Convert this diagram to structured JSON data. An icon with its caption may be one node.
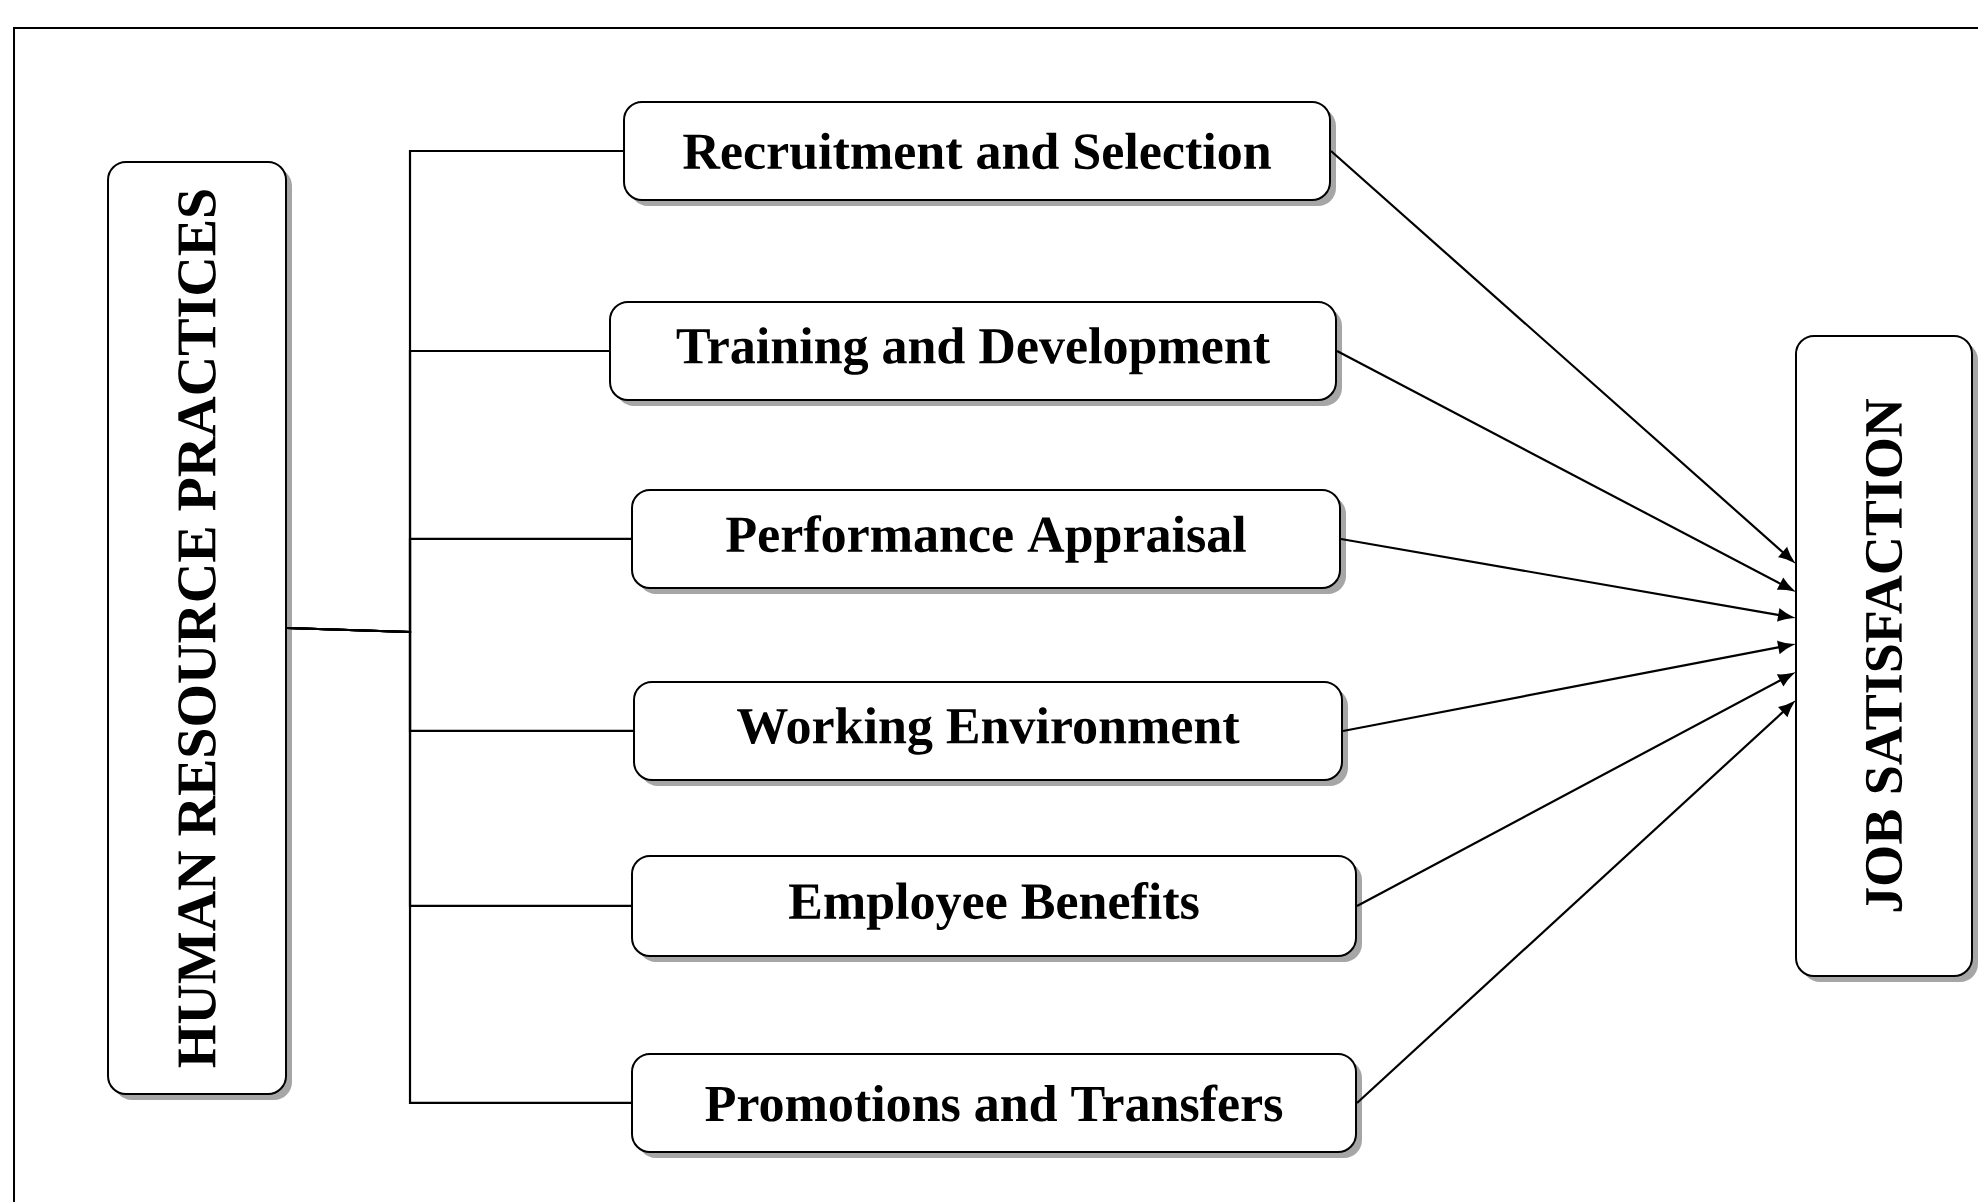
{
  "diagram": {
    "nodes": [
      {
        "text": [
          "HUMAN  RESOURCE  PRACTICES"
        ]
      },
      {
        "text": [
          "Recruitment and Selection"
        ]
      },
      {
        "text": [
          "Training and Development"
        ]
      },
      {
        "text": [
          "Performance Appraisal"
        ]
      },
      {
        "text": [
          "Working Environment"
        ]
      },
      {
        "text": [
          "Employee Benefits"
        ]
      },
      {
        "text": [
          "Promotions and Transfers"
        ]
      },
      {
        "text": [
          "JOB SATISFACTION"
        ]
      }
    ],
    "edges": [
      {
        "from": 0,
        "to": 1,
        "arrow": "none"
      },
      {
        "from": 0,
        "to": 2,
        "arrow": "none"
      },
      {
        "from": 0,
        "to": 3,
        "arrow": "none"
      },
      {
        "from": 0,
        "to": 4,
        "arrow": "none"
      },
      {
        "from": 0,
        "to": 5,
        "arrow": "none"
      },
      {
        "from": 0,
        "to": 6,
        "arrow": "none"
      },
      {
        "from": 1,
        "to": 7,
        "arrow": "to"
      },
      {
        "from": 2,
        "to": 7,
        "arrow": "to"
      },
      {
        "from": 3,
        "to": 7,
        "arrow": "to"
      },
      {
        "from": 4,
        "to": 7,
        "arrow": "to"
      },
      {
        "from": 5,
        "to": 7,
        "arrow": "to"
      },
      {
        "from": 6,
        "to": 7,
        "arrow": "to"
      }
    ]
  }
}
